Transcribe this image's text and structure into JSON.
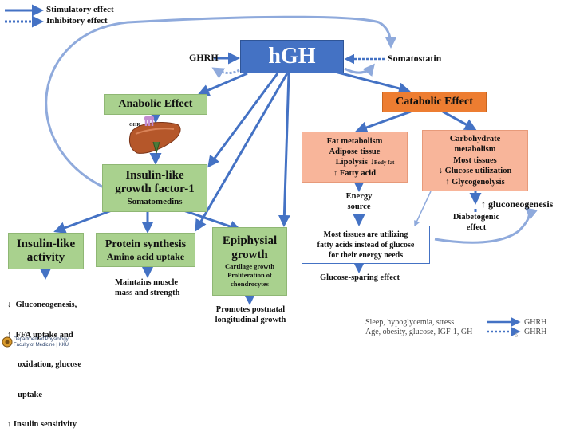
{
  "legend": {
    "stimulatory": "Stimulatory effect",
    "inhibitory": "Inhibitory effect"
  },
  "hgh": "hGH",
  "ghrh": "GHRH",
  "somatostatin": "Somatostatin",
  "anabolic": "Anabolic Effect",
  "catabolic": "Catabolic Effect",
  "igf": {
    "line1": "Insulin-like",
    "line2": "growth factor-1",
    "line3": "Somatomedins"
  },
  "liver_label": "GHR",
  "insulin_like": {
    "line1": "Insulin-like",
    "line2": "activity"
  },
  "protein": {
    "line1": "Protein synthesis",
    "line2": "Amino acid uptake"
  },
  "epiphysial": {
    "line1": "Epiphysial",
    "line2": "growth",
    "line3": "Cartilage growth",
    "line4": "Proliferation of",
    "line5": "chondrocytes"
  },
  "fat": {
    "line1": "Fat metabolism",
    "line2": "Adipose tissue",
    "line3a": "Lipolysis ↓",
    "line3b": "Body fat",
    "line4": "↑ Fatty acid"
  },
  "carb": {
    "line1": "Carbohydrate",
    "line2": "metabolism",
    "line3": "Most tissues",
    "line4": "↓ Glucose utilization",
    "line5": "↑ Glycogenolysis"
  },
  "energy": {
    "line1": "Energy",
    "line2": "source"
  },
  "gluconeo_up": "↑ gluconeogenesis",
  "diabetogenic": {
    "line1": "Diabetogenic",
    "line2": "effect"
  },
  "fatty_box": {
    "line1": "Most tissues are utilizing",
    "line2": "fatty acids instead of glucose",
    "line3": "for their energy needs"
  },
  "glucose_sparing": "Glucose-sparing effect",
  "insulin_effects": [
    "↓  Gluconeogenesis,",
    "↑  FFA uptake and",
    "     oxidation, glucose",
    "     uptake",
    "↑ Insulin sensitivity"
  ],
  "maintains": {
    "line1": "Maintains muscle",
    "line2": "mass and strength"
  },
  "promotes": {
    "line1": "Promotes postnatal",
    "line2": "longitudinal growth"
  },
  "regulators": {
    "stim": "Sleep, hypoglycemia, stress",
    "inhib": "Age, obesity, glucose, IGF-1, GH",
    "target1": "GHRH",
    "target2": "GHRH"
  },
  "page_number": "6",
  "footer": {
    "line1": "Department of Physiology",
    "line2": "Faculty of Medicine | KKU"
  },
  "colors": {
    "arrow": "#4472c4",
    "arrow_light": "#8faadc",
    "hgh_box": "#4472c4",
    "green": "#a9d18e",
    "salmon": "#f8b59a",
    "orange": "#ed7d31"
  }
}
